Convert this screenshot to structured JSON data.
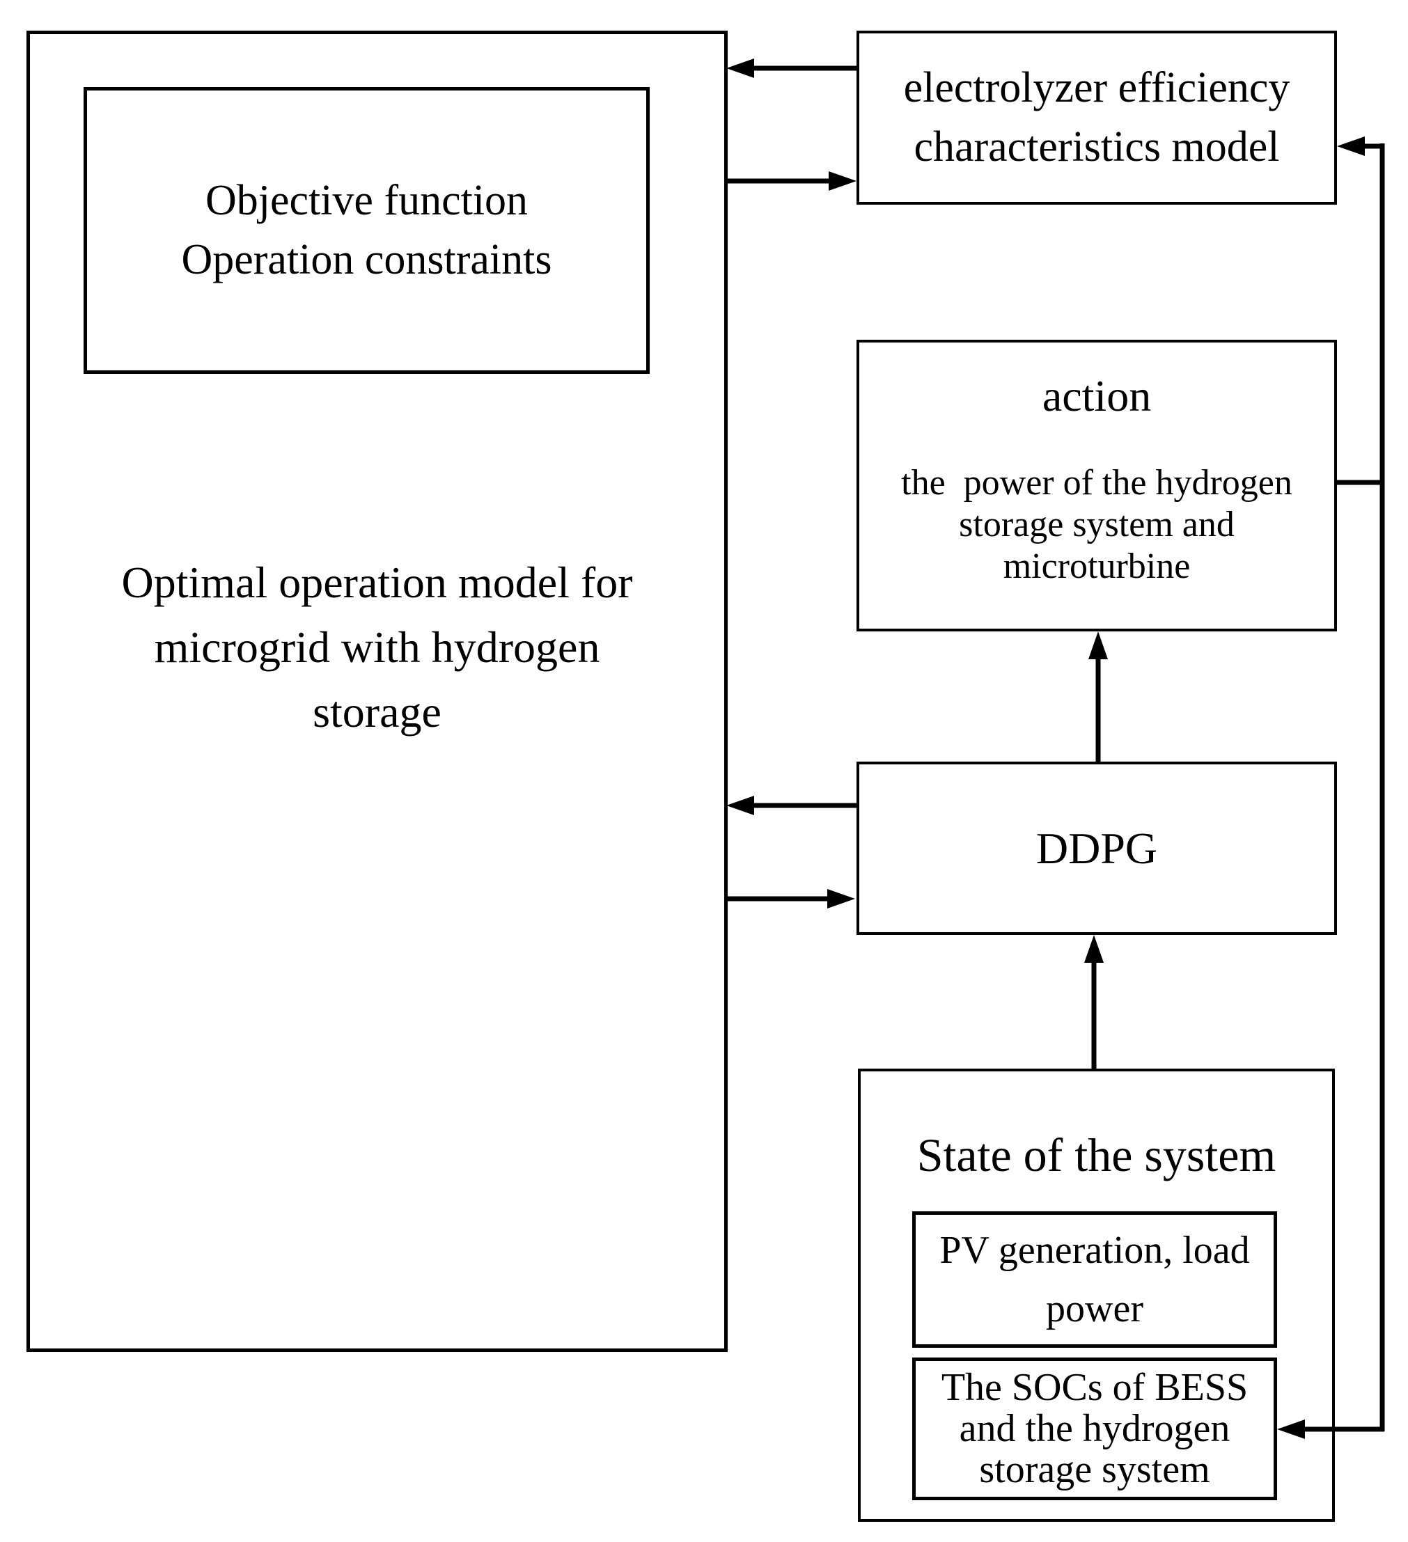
{
  "diagram": {
    "colors": {
      "line": "#000000",
      "background": "#ffffff"
    },
    "model_box": {
      "title_lines": [
        "Optimal operation model for",
        "microgrid with hydrogen",
        "storage"
      ],
      "objective_box": {
        "lines": [
          "Objective function",
          "Operation constraints"
        ]
      }
    },
    "electrolyzer_box": {
      "lines": [
        "electrolyzer efficiency",
        "characteristics model"
      ]
    },
    "action_box": {
      "title": "action",
      "body_lines": [
        "the  power of the hydrogen",
        "storage system and",
        "microturbine"
      ]
    },
    "ddpg_box": {
      "label": "DDPG"
    },
    "state_box": {
      "title": "State of the system",
      "pv_box": {
        "lines": [
          "PV generation, load",
          "power"
        ]
      },
      "soc_box": {
        "lines": [
          "The SOCs of BESS",
          "and the hydrogen",
          "storage system"
        ]
      }
    }
  }
}
